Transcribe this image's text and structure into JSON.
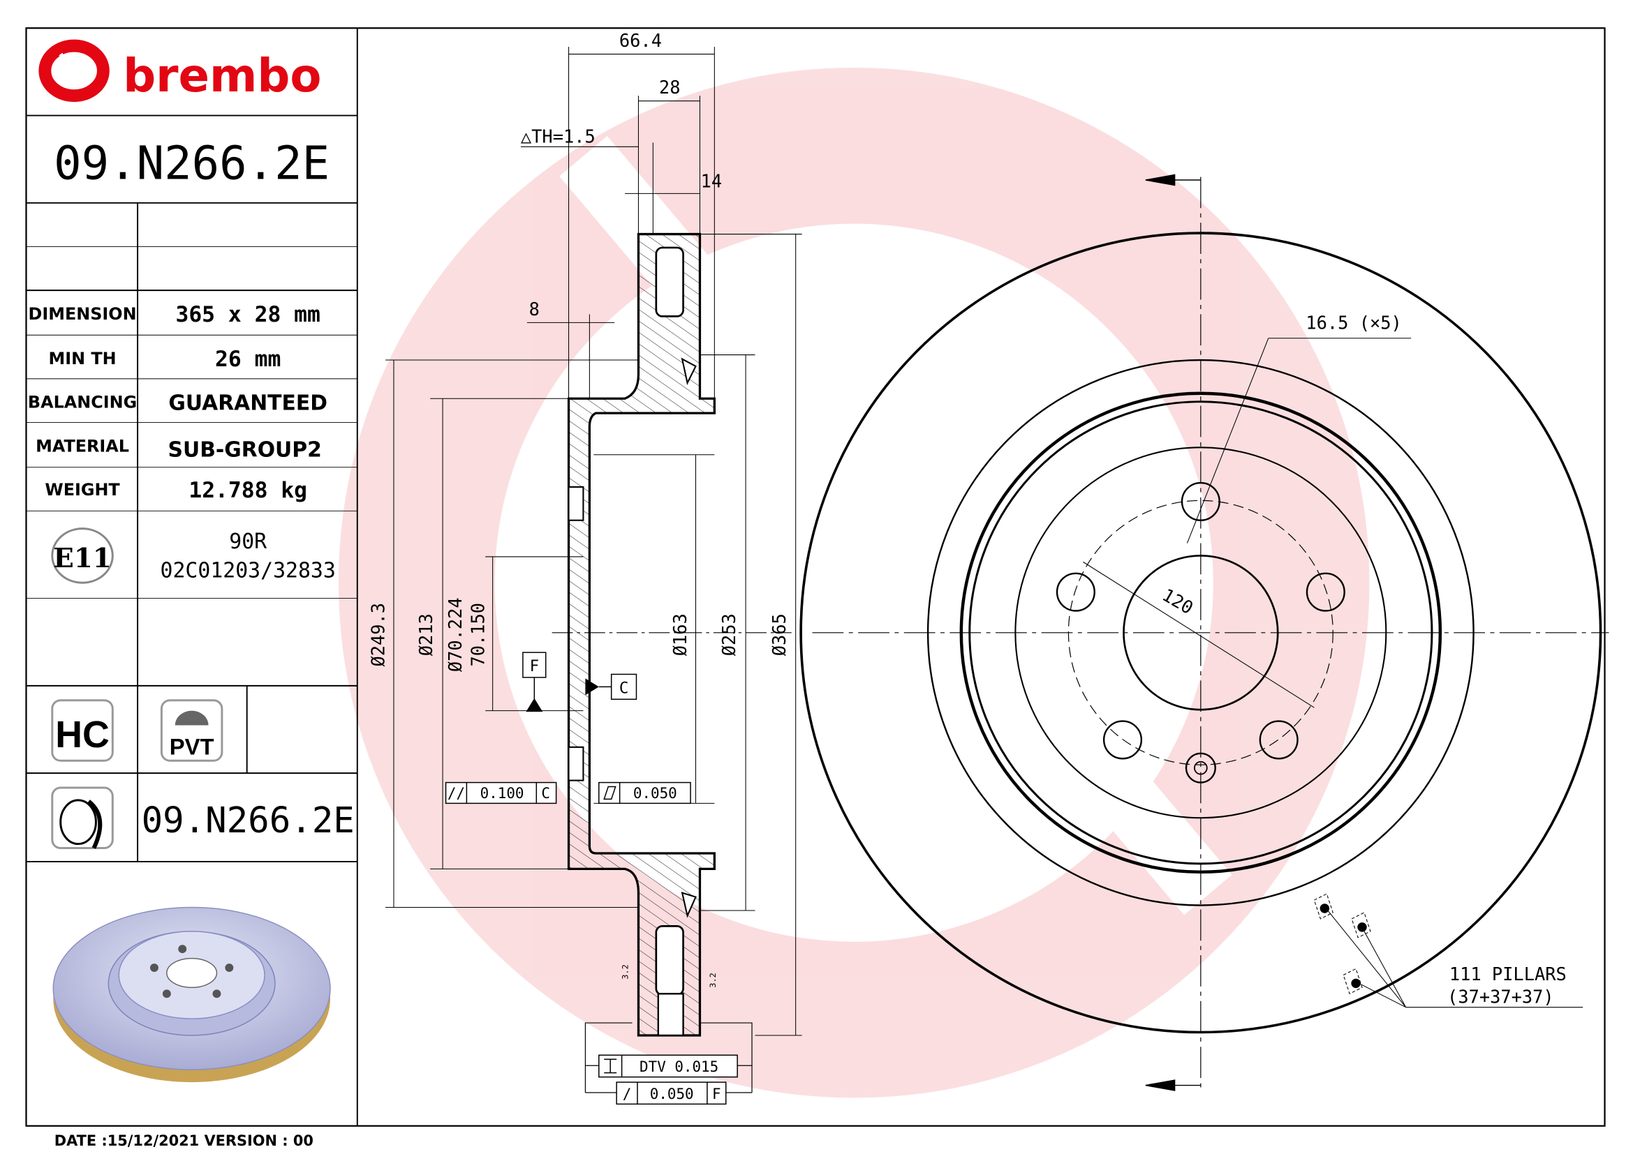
{
  "brand": {
    "name": "brembo",
    "color": "#e30613"
  },
  "part_number": "09.N266.2E",
  "specs": [
    {
      "label": "DIMENSION",
      "value": "365 x 28 mm"
    },
    {
      "label": "MIN TH",
      "value": "26 mm"
    },
    {
      "label": "BALANCING",
      "value": "GUARANTEED"
    },
    {
      "label": "MATERIAL",
      "value": "SUB-GROUP2"
    },
    {
      "label": "WEIGHT",
      "value": "12.788 kg"
    }
  ],
  "approval": {
    "mark": "E11",
    "regulation": "90R",
    "number": "02C01203/32833"
  },
  "badges": {
    "hc": "HC",
    "pvt": "PVT"
  },
  "icon_row_part_number": "09.N266.2E",
  "footer": "DATE :15/12/2021 VERSION : 00",
  "dimensions": {
    "overall_width": "66.4",
    "thickness": "28",
    "delta_th": "△TH=1.5",
    "ring_face": "14",
    "hat_wall": "8",
    "d_249": "Ø249.3",
    "d_213": "Ø213",
    "d_pilot_max": "Ø70.224",
    "d_pilot_min": "70.150",
    "d_163": "Ø163",
    "d_253": "Ø253",
    "d_365": "Ø365",
    "bolt_holes": "16.5 (×5)",
    "bolt_circle": "120",
    "pillars": "111 PILLARS",
    "pillars_breakdown": "(37+37+37)",
    "roughness": "3.2"
  },
  "datums": {
    "f": "F",
    "c": "C"
  },
  "tolerances": {
    "parallelism": {
      "value": "0.100",
      "datum": "C"
    },
    "flatness": {
      "value": "0.050"
    },
    "dtv": {
      "value": "DTV 0.015"
    },
    "runout": {
      "value": "0.050",
      "datum": "F"
    }
  }
}
